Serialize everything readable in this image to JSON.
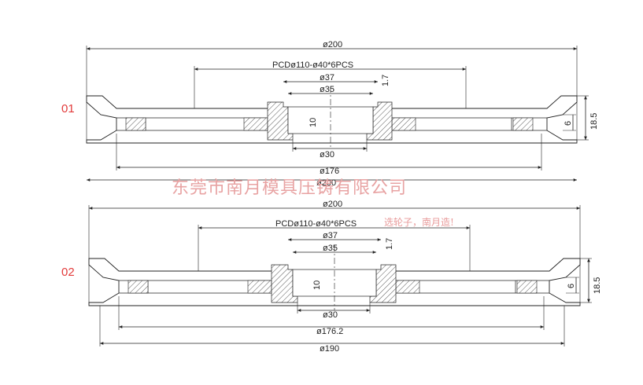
{
  "views": [
    {
      "label": "01",
      "outer_dia": "ø200",
      "pcd": "PCDø110-ø40*6PCS",
      "bore_outer": "ø37",
      "bore_inner": "ø35",
      "chamfer": "1.7",
      "depth": "10",
      "hub": "ø30",
      "groove_dia": "ø176",
      "bottom_dia": "ø200",
      "width": "18.5",
      "groove_w": "6"
    },
    {
      "label": "02",
      "outer_dia": "ø200",
      "pcd": "PCDø110-ø40*6PCS",
      "bore_outer": "ø37",
      "bore_inner": "ø35",
      "chamfer": "1.7",
      "depth": "10",
      "hub": "ø30",
      "groove_dia": "ø176.2",
      "bottom_dia": "ø190",
      "width": "18.5",
      "groove_w": "6"
    }
  ],
  "watermark": {
    "company": "东莞市南月模具压铸有限公司",
    "slogan": "选轮子，南月造!"
  }
}
